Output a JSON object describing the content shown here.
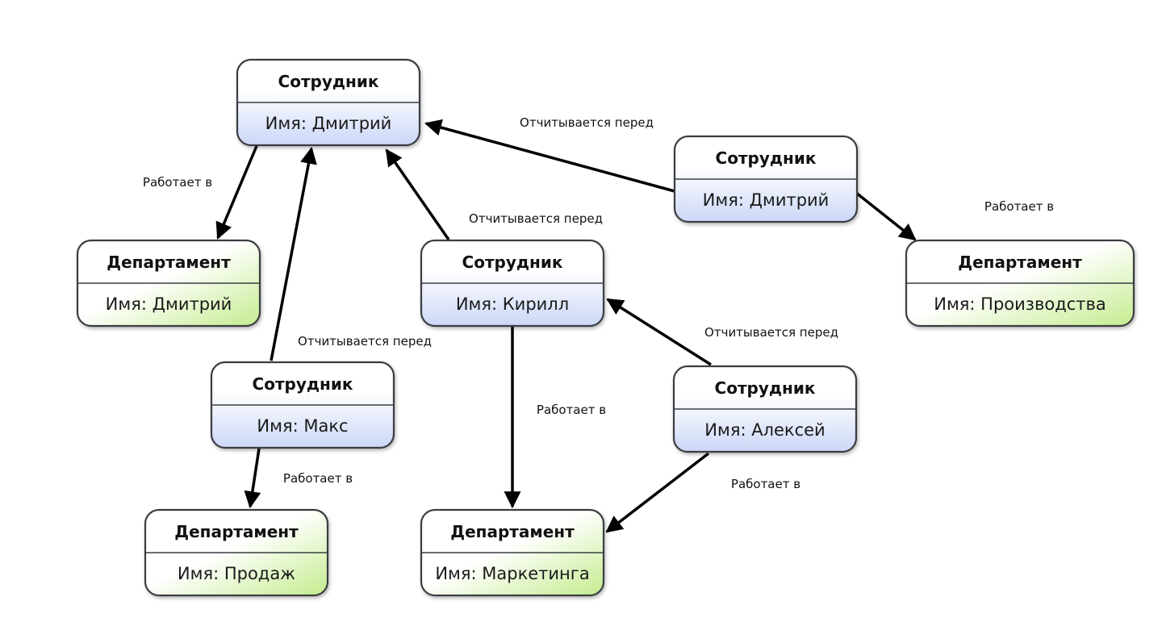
{
  "nodes": [
    {
      "id": "emp_dmitry_top",
      "kind": "employee",
      "title": "Сотрудник",
      "value": "Имя: Дмитрий"
    },
    {
      "id": "emp_dmitry_right",
      "kind": "employee",
      "title": "Сотрудник",
      "value": "Имя: Дмитрий"
    },
    {
      "id": "dept_dmitry",
      "kind": "department",
      "title": "Департамент",
      "value": "Имя: Дмитрий"
    },
    {
      "id": "emp_kirill",
      "kind": "employee",
      "title": "Сотрудник",
      "value": "Имя: Кирилл"
    },
    {
      "id": "dept_production",
      "kind": "department",
      "title": "Департамент",
      "value": "Имя: Производства"
    },
    {
      "id": "emp_maks",
      "kind": "employee",
      "title": "Сотрудник",
      "value": "Имя: Макс"
    },
    {
      "id": "emp_aleksey",
      "kind": "employee",
      "title": "Сотрудник",
      "value": "Имя: Алексей"
    },
    {
      "id": "dept_sales",
      "kind": "department",
      "title": "Департамент",
      "value": "Имя: Продаж"
    },
    {
      "id": "dept_marketing",
      "kind": "department",
      "title": "Департамент",
      "value": "Имя: Маркетинга"
    }
  ],
  "edges": [
    {
      "id": "e1",
      "from": "emp_dmitry_top",
      "to": "dept_dmitry",
      "label": "Работает в"
    },
    {
      "id": "e2",
      "from": "emp_dmitry_right",
      "to": "emp_dmitry_top",
      "label": "Отчитывается перед"
    },
    {
      "id": "e3",
      "from": "emp_kirill",
      "to": "emp_dmitry_top",
      "label": "Отчитывается перед"
    },
    {
      "id": "e4",
      "from": "emp_maks",
      "to": "emp_dmitry_top",
      "label": "Отчитывается перед"
    },
    {
      "id": "e5",
      "from": "emp_dmitry_right",
      "to": "dept_production",
      "label": "Работает в"
    },
    {
      "id": "e6",
      "from": "emp_aleksey",
      "to": "emp_kirill",
      "label": "Отчитывается перед"
    },
    {
      "id": "e7",
      "from": "emp_kirill",
      "to": "dept_marketing",
      "label": "Работает в"
    },
    {
      "id": "e8",
      "from": "emp_maks",
      "to": "dept_sales",
      "label": "Работает в"
    },
    {
      "id": "e9",
      "from": "emp_aleksey",
      "to": "dept_marketing",
      "label": "Работает в"
    }
  ],
  "colors": {
    "employee_fill_top": "#ffffff",
    "employee_fill_bottom": "#cbd7f7",
    "department_fill_top": "#ffffff",
    "department_fill_bottom": "#c4ec8e",
    "border": "#3a3d42",
    "edge": "#000000"
  }
}
